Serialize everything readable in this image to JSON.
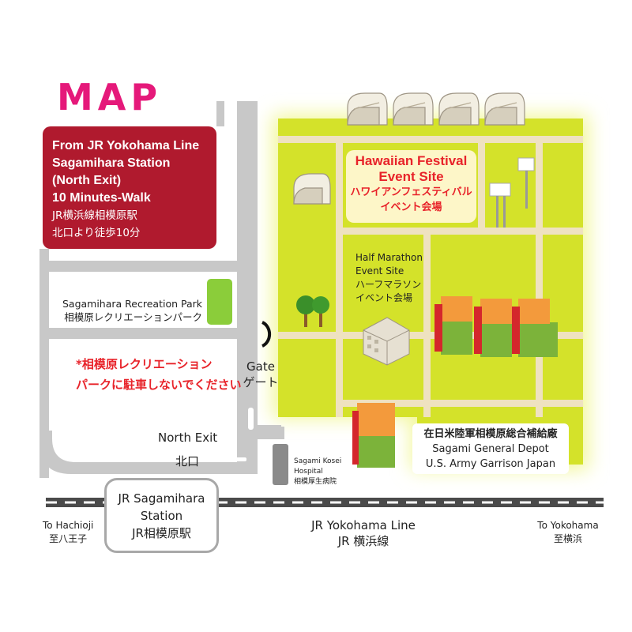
{
  "title": "MAP",
  "directions": {
    "line1": "From  JR Yokohama Line",
    "line2": "Sagamihara Station",
    "line3": "(North Exit)",
    "line4": "10 Minutes-Walk",
    "line5": "JR横浜線相模原駅",
    "line6": "北口より徒歩10分"
  },
  "park": {
    "en": "Sagamihara Recreation Park",
    "jp": "相模原レクリエーションパーク"
  },
  "warning": {
    "line1": "*相模原レクリエーション",
    "line2": "パークに駐車しないでください"
  },
  "gate": {
    "en": "Gate",
    "jp": "ゲート"
  },
  "north_exit": {
    "en": "North Exit",
    "jp": "北口"
  },
  "festival": {
    "en1": "Hawaiian Festival",
    "en2": "Event Site",
    "jp1": "ハワイアンフェスティバル",
    "jp2": "イベント会場"
  },
  "half_marathon": {
    "en1": "Half Marathon",
    "en2": "Event Site",
    "jp1": "ハーフマラソン",
    "jp2": "イベント会場"
  },
  "depot": {
    "jp": "在日米陸軍相模原総合補給廠",
    "en1": "Sagami General Depot",
    "en2": "U.S. Army Garrison Japan"
  },
  "hospital": {
    "en1": "Sagami Kosei",
    "en2": "Hospital",
    "jp": "相模厚生病院"
  },
  "station": {
    "en1": "JR Sagamihara",
    "en2": "Station",
    "jp": "JR相模原駅"
  },
  "rail": {
    "en": "JR Yokohama Line",
    "jp": "JR 横浜線"
  },
  "to_hachioji": {
    "en": "To Hachioji",
    "jp": "至八王子"
  },
  "to_yokohama": {
    "en": "To Yokohama",
    "jp": "至横浜"
  },
  "colors": {
    "accent": "#e5197a",
    "box": "#b01a2e",
    "base_green": "#d4e22a",
    "glow": "#f2f79a",
    "road": "#c8c8c8",
    "warning": "#e8232a"
  }
}
